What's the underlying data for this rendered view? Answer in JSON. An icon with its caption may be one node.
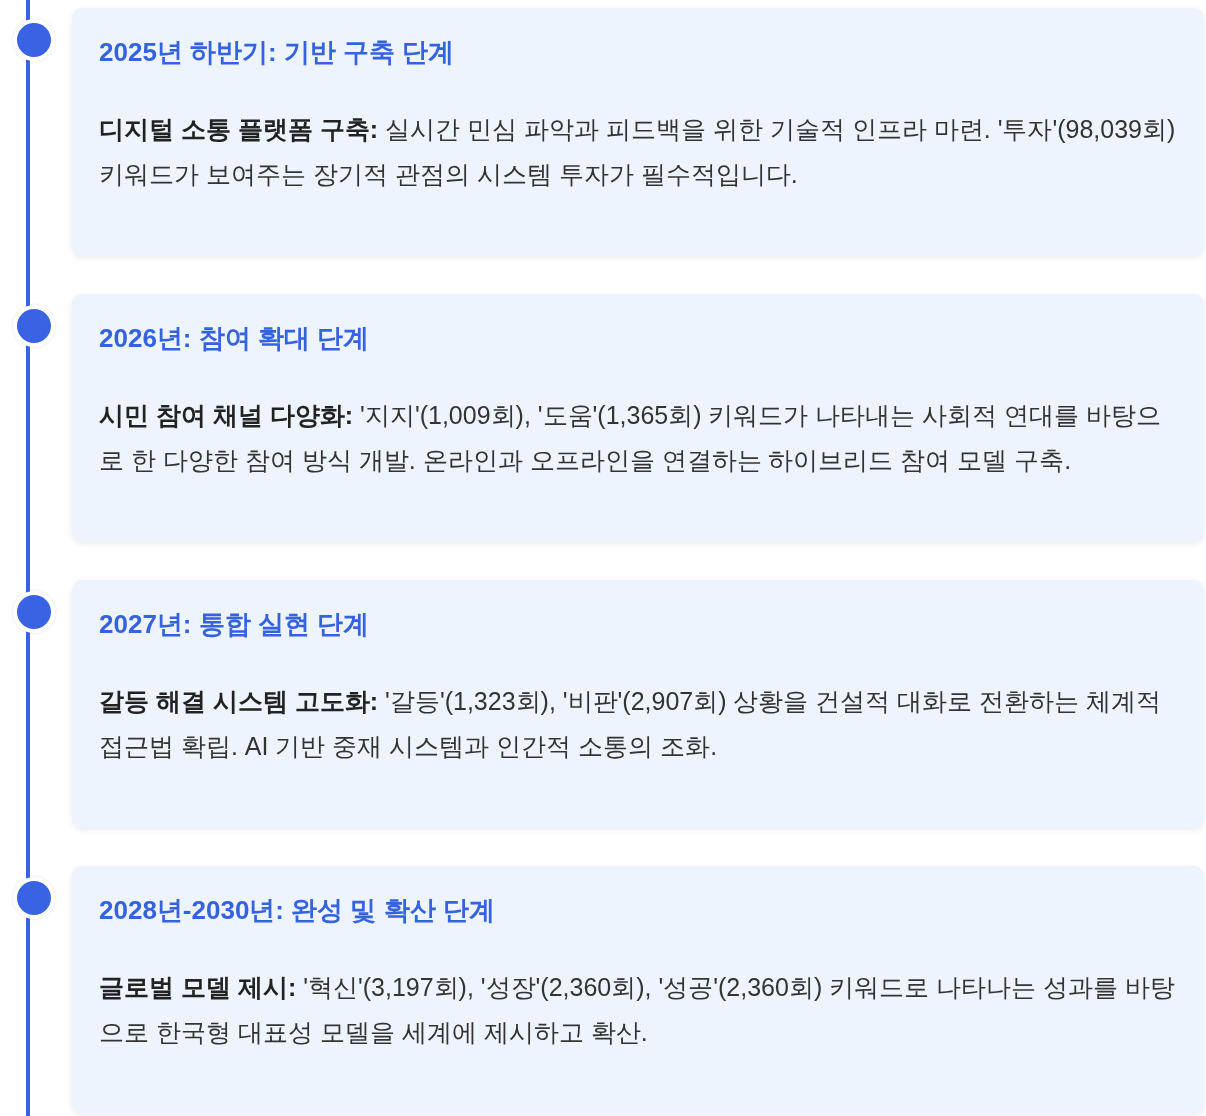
{
  "diagram": {
    "nodes": [
      {
        "text": [
          "2025년 하반기: 기반 구축 단계",
          "**디지털 소통 플랫폼 구축:** 실시간 민심 파악과 피드백을 위한 기술적 인프라 마련. '투자'(98,039회) 키워드가 보여주는 장기적 관점의 시스템 투자가 필수적입니다."
        ]
      },
      {
        "text": [
          "2026년: 참여 확대 단계",
          "**시민 참여 채널 다양화:** '지지'(1,009회), '도움'(1,365회) 키워드가 나타내는 사회적 연대를 바탕으로 한 다양한 참여 방식 개발. 온라인과 오프라인을 연결하는 하이브리드 참여 모델 구축."
        ]
      },
      {
        "text": [
          "2027년: 통합 실현 단계",
          "**갈등 해결 시스템 고도화:** '갈등'(1,323회), '비판'(2,907회) 상황을 건설적 대화로 전환하는 체계적 접근법 확립. AI 기반 중재 시스템과 인간적 소통의 조화."
        ]
      },
      {
        "text": [
          "2028년-2030년: 완성 및 확산 단계",
          "**글로벌 모델 제시:** '혁신'(3,197회), '성장'(2,360회), '성공'(2,360회) 키워드로 나타나는 성과를 바탕으로 한국형 대표성 모델을 세계에 제시하고 확산."
        ]
      }
    ]
  }
}
